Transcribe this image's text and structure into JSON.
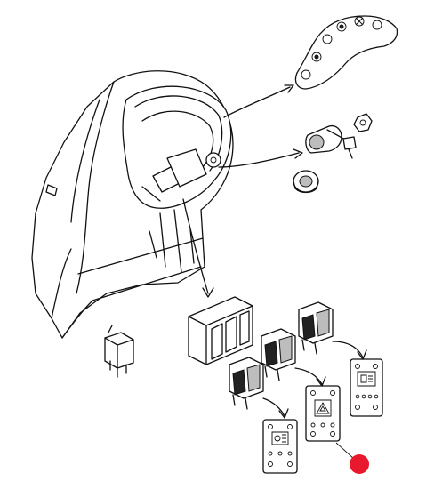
{
  "diagram": {
    "parts": [
      {
        "id": "dashboard-housing",
        "label": ""
      },
      {
        "id": "indicator-panel",
        "label": ""
      },
      {
        "id": "ignition-switch",
        "label": ""
      },
      {
        "id": "switch-bracket",
        "label": ""
      },
      {
        "id": "rocker-switch-lights",
        "label": ""
      },
      {
        "id": "rocker-switch-hazard",
        "label": ""
      },
      {
        "id": "rocker-switch-worklight",
        "label": ""
      },
      {
        "id": "relay",
        "label": ""
      }
    ],
    "highlight": {
      "color": "#e8192c",
      "target": "hazard-switch-plate"
    }
  }
}
